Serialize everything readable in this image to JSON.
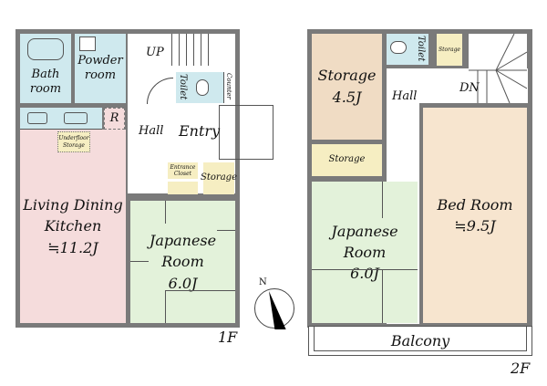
{
  "floor1": {
    "label": "1F",
    "rooms": {
      "bath": "Bath\nroom",
      "powder": "Powder\nroom",
      "up": "UP",
      "toilet": "Toilet",
      "counter": "Counter",
      "r": "R",
      "underfloor": "Underfloor\nStorage",
      "hall": "Hall",
      "entry": "Entry",
      "closet": "Entrance\nCloset",
      "storage": "Storage",
      "ldk": "Living Dining\nKitchen\n≒11.2J",
      "japanese": "Japanese\nRoom\n6.0J"
    },
    "compass": "N"
  },
  "floor2": {
    "label": "2F",
    "rooms": {
      "storage_big": "Storage\n4.5J",
      "toilet": "Toilet",
      "storage_small": "Storage",
      "hall": "Hall",
      "dn": "DN",
      "storage": "Storage",
      "japanese": "Japanese\nRoom\n6.0J",
      "bedroom": "Bed Room\n≒9.5J",
      "balcony": "Balcony"
    }
  }
}
